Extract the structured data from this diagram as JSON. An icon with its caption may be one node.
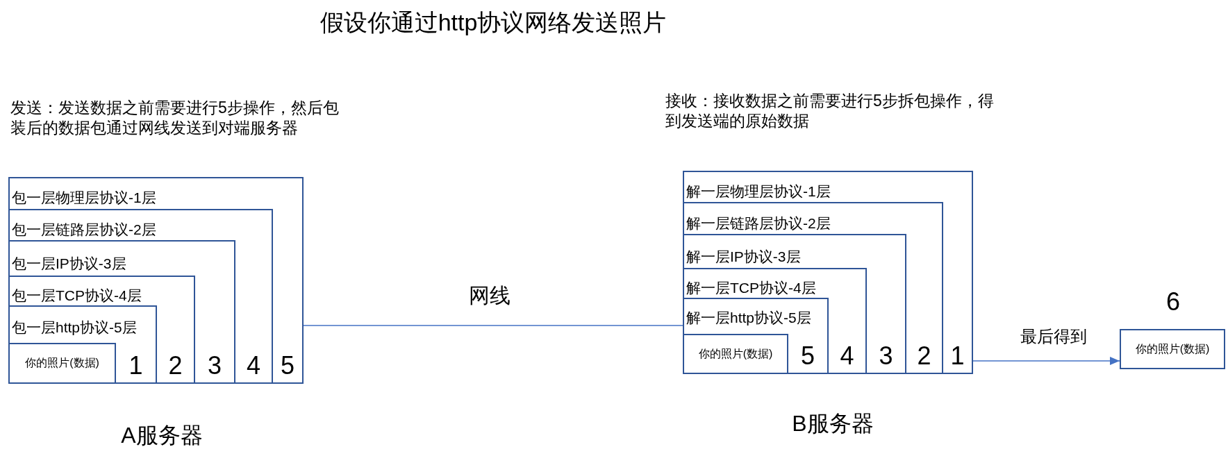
{
  "diagram": {
    "title": "假设你通过http协议网络发送照片",
    "nodes": [
      {
        "text": [
          "包一层物理层协议-1层",
          "5"
        ],
        "beside": [
          "A服务器"
        ]
      },
      {
        "text": [
          "包一层链路层协议-2层",
          "4"
        ],
        "in": 0
      },
      {
        "text": [
          "包一层IP协议-3层",
          "3"
        ],
        "in": 1
      },
      {
        "text": [
          "包一层TCP协议-4层",
          "2"
        ],
        "in": 2
      },
      {
        "text": [
          "包一层http协议-5层",
          "1"
        ],
        "in": 3
      },
      {
        "text": [
          "你的照片(数据)"
        ],
        "in": 4
      },
      {
        "text": [
          "解一层物理层协议-1层",
          "1"
        ],
        "beside": [
          "B服务器"
        ]
      },
      {
        "text": [
          "解一层链路层协议-2层",
          "2"
        ],
        "in": 6
      },
      {
        "text": [
          "解一层IP协议-3层",
          "3"
        ],
        "in": 7
      },
      {
        "text": [
          "解一层TCP协议-4层",
          "4"
        ],
        "in": 8
      },
      {
        "text": [
          "解一层http协议-5层",
          "5"
        ],
        "in": 9
      },
      {
        "text": [
          "你的照片(数据)"
        ],
        "in": 10
      },
      {
        "text": [
          "你的照片(数据)"
        ],
        "beside": [
          "6"
        ]
      }
    ],
    "edges": [
      {
        "from": 0,
        "to": 6,
        "arrow": "none",
        "label": "网线"
      },
      {
        "from": 6,
        "to": 12,
        "arrow": "to",
        "label": "最后得到"
      }
    ],
    "labels": [
      "发送：发送数据之前需要进行5步操作，然后包装后的数据包通过网线发送到对端服务器",
      "接收：接收数据之前需要进行5步拆包操作，得到发送端的原始数据"
    ]
  }
}
